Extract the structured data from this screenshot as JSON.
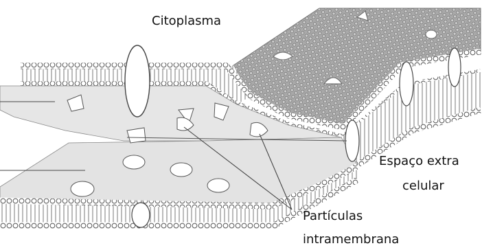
{
  "labels": {
    "citoplasma": "Citoplasma",
    "espaco_line1": "Espaço extra",
    "espaco_line2": "celular",
    "particulas_line1": "Partículas",
    "particulas_line2": "intramembrana"
  },
  "colors": {
    "membrane_face": "#e6e6e6",
    "membrane_face_dark": "#cfcfcf",
    "hatched_face": "#a9a9a9",
    "lipid_head": "#ffffff",
    "lipid_outline": "#555555",
    "particle": "#ffffff",
    "pointer_line": "#444444"
  }
}
